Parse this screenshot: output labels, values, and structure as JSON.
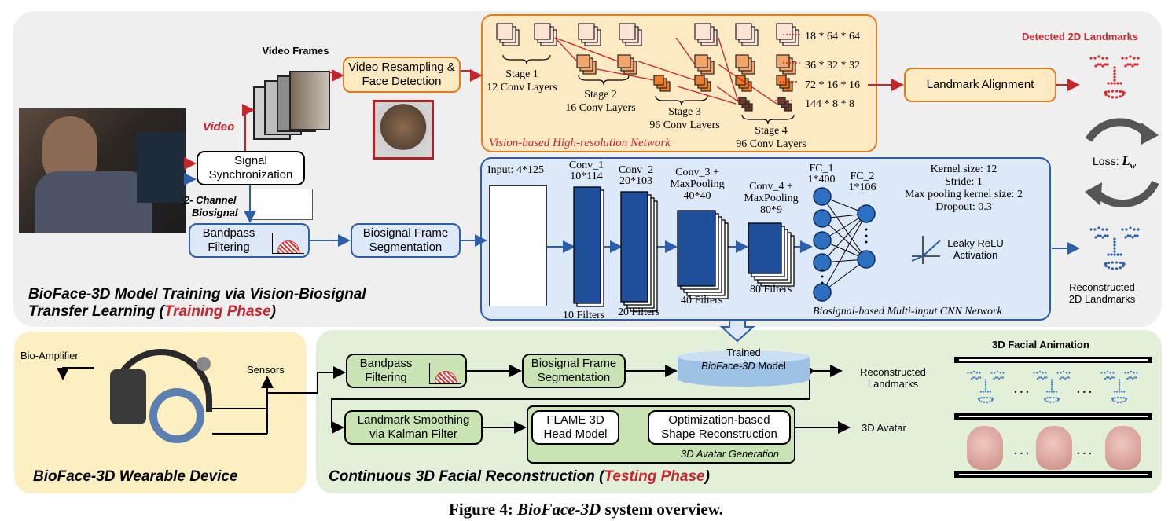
{
  "colors": {
    "training_bg": "#efefef",
    "vision_bg": "#fde9c2",
    "vision_border": "#e07b1f",
    "biosignal_bg": "#dde9f8",
    "biosignal_border": "#2d5fa8",
    "device_bg": "#fcefc2",
    "testing_bg": "#e2efd9",
    "green_box": "#c9e3b4",
    "red_accent": "#c4262e",
    "blue_arrow": "#2d5fa8",
    "cnn_dark_blue": "#1f4e9a"
  },
  "training": {
    "video_frames_label": "Video Frames",
    "video_label": "Video",
    "biosignal_label_1": "2- Channel",
    "biosignal_label_2": "Biosignal",
    "signal_sync": "Signal Synchronization",
    "bandpass": "Bandpass Filtering",
    "segmentation": "Biosignal Frame Segmentation",
    "resampling": "Video Resampling & Face Detection",
    "phase_title_1": "BioFace-3D Model Training via Vision-Biosignal",
    "phase_title_2": "Transfer Learning (",
    "phase_name": "Training Phase",
    "phase_close": ")"
  },
  "vision": {
    "caption": "Vision-based High-resolution Network",
    "stage1_a": "Stage 1",
    "stage1_b": "12 Conv Layers",
    "stage2_a": "Stage 2",
    "stage2_b": "16 Conv Layers",
    "stage3_a": "Stage 3",
    "stage3_b": "96 Conv Layers",
    "stage4_a": "Stage 4",
    "stage4_b": "96 Conv Layers",
    "dim1": "18 * 64 * 64",
    "dim2": "36 * 32 * 32",
    "dim3": "72 * 16 * 16",
    "dim4": "144 * 8 * 8",
    "landmark_alignment": "Landmark Alignment",
    "detected_label": "Detected 2D Landmarks",
    "loss_label": "Loss:",
    "loss_symbol": "L",
    "loss_sub": "w"
  },
  "cnn": {
    "input_label": "Input: 4*125",
    "conv1_a": "Conv_1",
    "conv1_b": "10*114",
    "conv2_a": "Conv_2",
    "conv2_b": "20*103",
    "conv3_a": "Conv_3 +",
    "conv3_b": "MaxPooling",
    "conv3_c": "40*40",
    "conv4_a": "Conv_4 +",
    "conv4_b": "MaxPooling",
    "conv4_c": "80*9",
    "fc1_a": "FC_1",
    "fc1_b": "1*400",
    "fc2_a": "FC_2",
    "fc2_b": "1*106",
    "filters10": "10 Filters",
    "filters20": "20 Filters",
    "filters40": "40 Filters",
    "filters80": "80 Filters",
    "kernel": "Kernel size: 12",
    "stride": "Stride: 1",
    "maxpool": "Max pooling kernel size: 2",
    "dropout": "Dropout: 0.3",
    "leaky_a": "Leaky ReLU",
    "leaky_b": "Activation",
    "caption": "Biosignal-based Multi-input CNN Network",
    "reconstructed_a": "Reconstructed",
    "reconstructed_b": "2D Landmarks"
  },
  "device": {
    "bio_amplifier": "Bio-Amplifier",
    "sensors": "Sensors",
    "title": "BioFace-3D Wearable Device"
  },
  "testing": {
    "bandpass": "Bandpass Filtering",
    "segmentation": "Biosignal Frame Segmentation",
    "trained_a": "Trained",
    "trained_b": "BioFace-3D",
    "trained_c": " Model",
    "reconstructed_a": "Reconstructed",
    "reconstructed_b": "Landmarks",
    "smoothing": "Landmark Smoothing via Kalman Filter",
    "flame": "FLAME 3D Head Model",
    "optimization": "Optimization-based Shape Reconstruction",
    "avatar_gen": "3D Avatar Generation",
    "avatar": "3D Avatar",
    "animation": "3D Facial Animation",
    "dots": ". . .",
    "title_1": "Continuous 3D Facial Reconstruction (",
    "title_phase": "Testing Phase",
    "title_close": ")"
  },
  "figure": {
    "prefix": "Figure 4: ",
    "name": "BioFace-3D",
    "suffix": " system overview."
  }
}
